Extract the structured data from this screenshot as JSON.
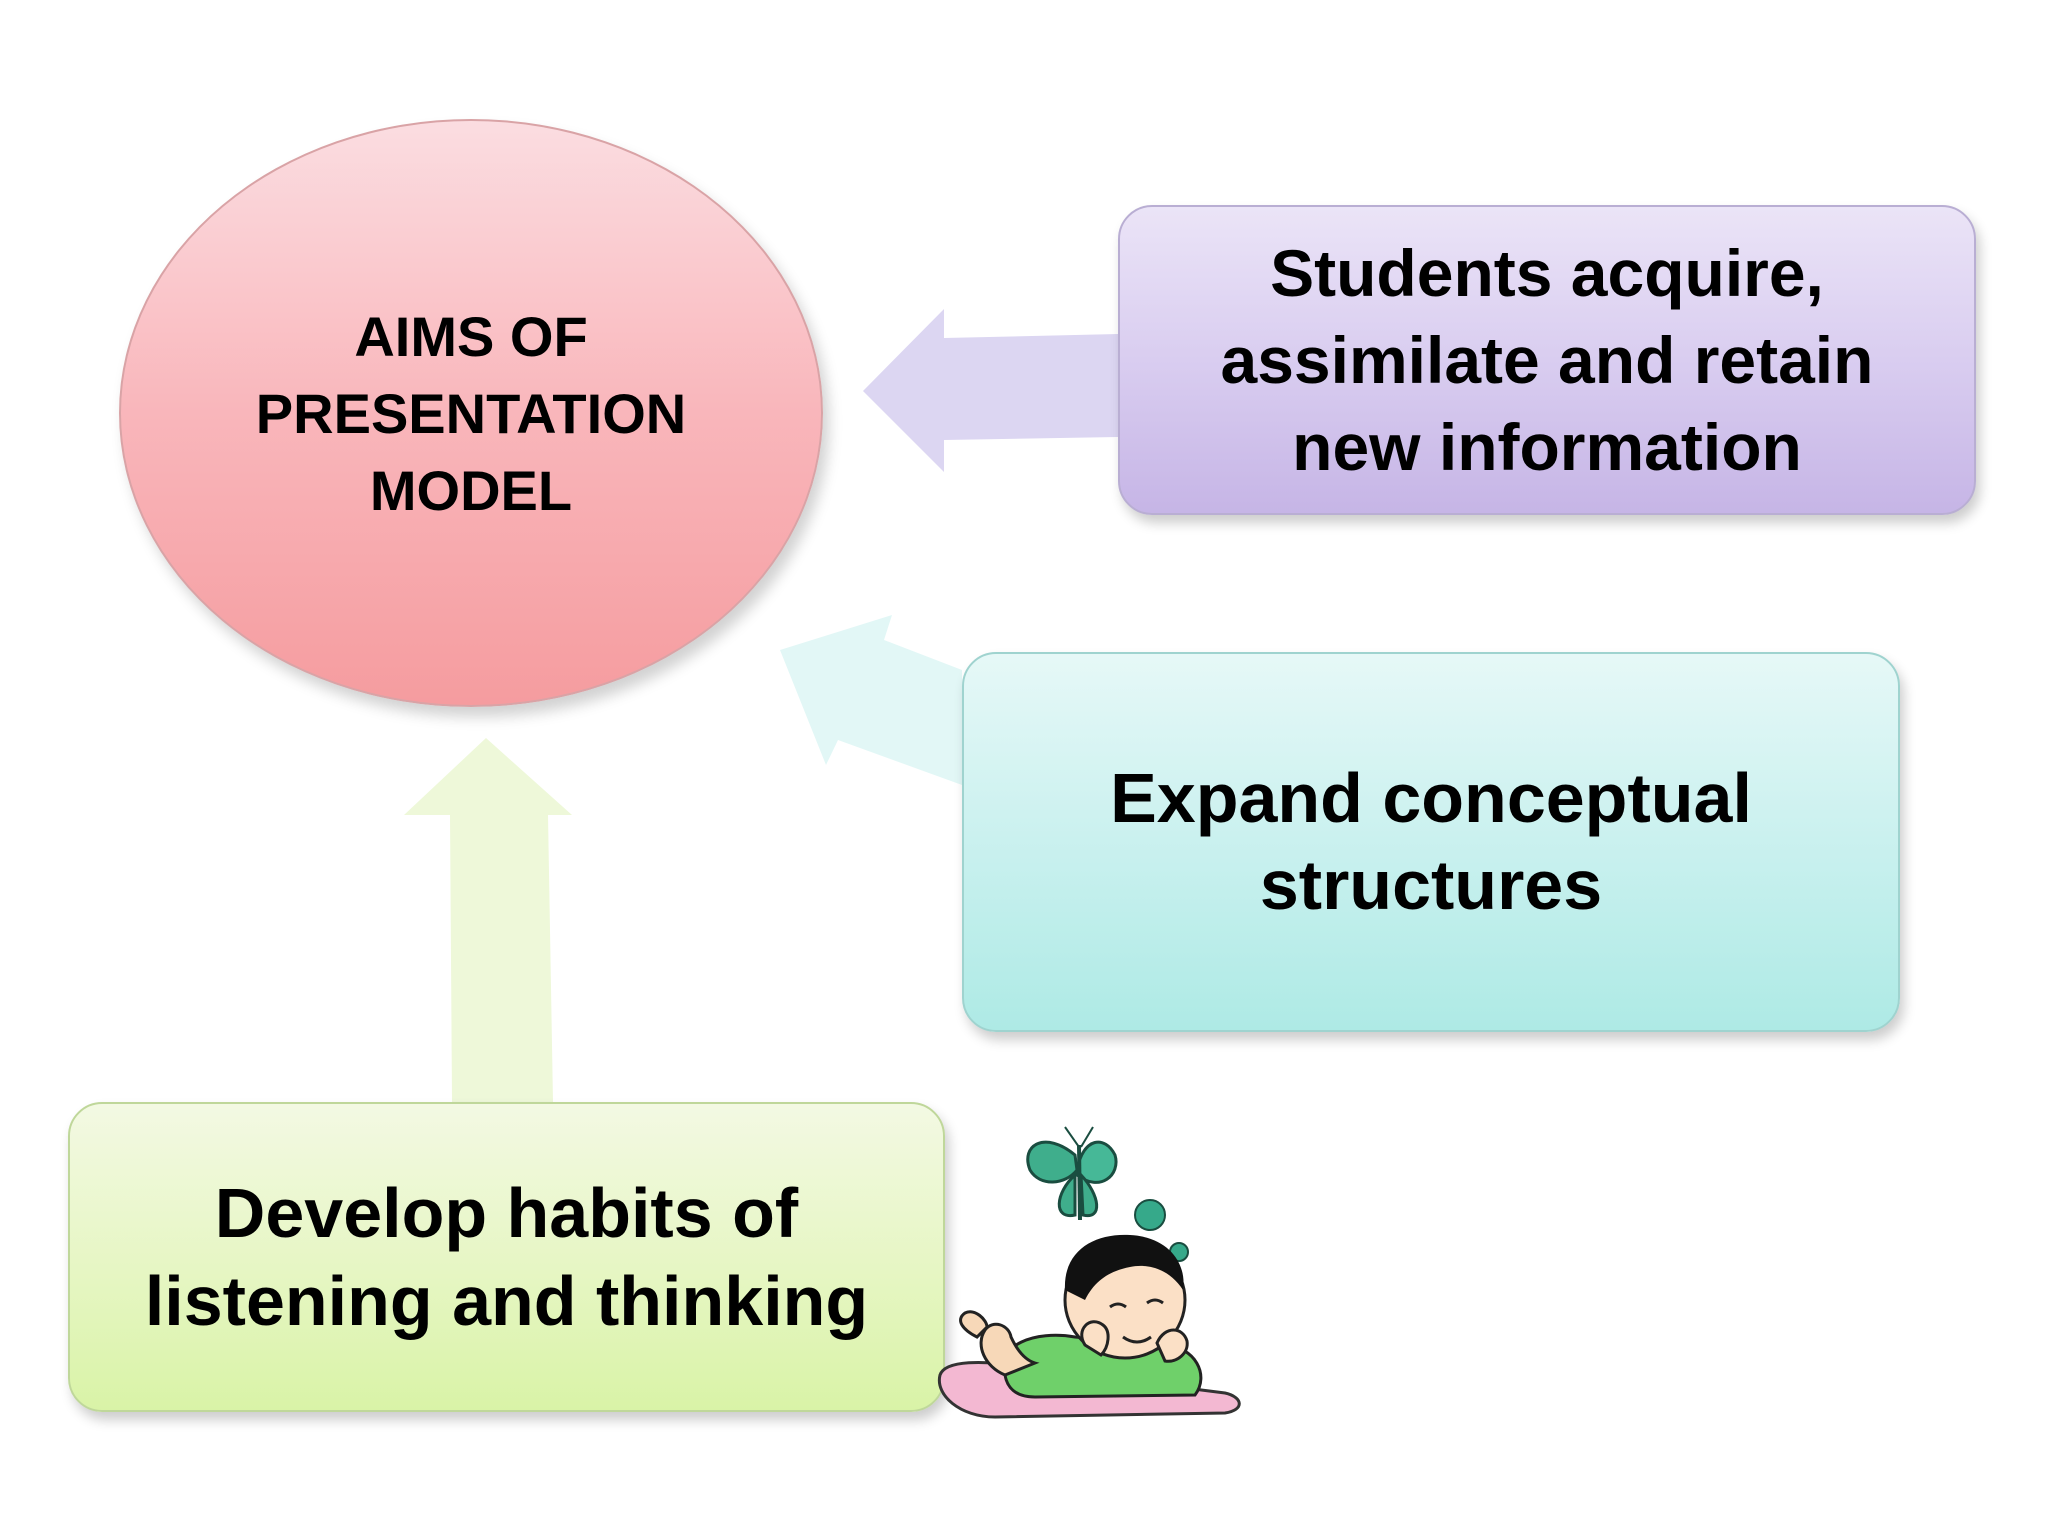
{
  "diagram": {
    "center": {
      "label": "AIMS OF PRESENTATION MODEL"
    },
    "boxes": [
      {
        "id": "students",
        "text": "Students acquire, assimilate and retain new information",
        "color": "#d9cdf0"
      },
      {
        "id": "expand",
        "text": "Expand conceptual structures",
        "color": "#c7f0ee"
      },
      {
        "id": "develop",
        "text": "Develop habits of listening and thinking",
        "color": "#e6f6c3"
      }
    ],
    "colors": {
      "center": "#f9b6bb",
      "arrow_purple": "#dcd6f2",
      "arrow_teal": "#e2f7f6",
      "arrow_green": "#eef8d9"
    },
    "illustration": {
      "icon": "child-daydreaming-icon",
      "decor": [
        "butterfly-icon",
        "thought-bubbles-icon"
      ]
    }
  }
}
